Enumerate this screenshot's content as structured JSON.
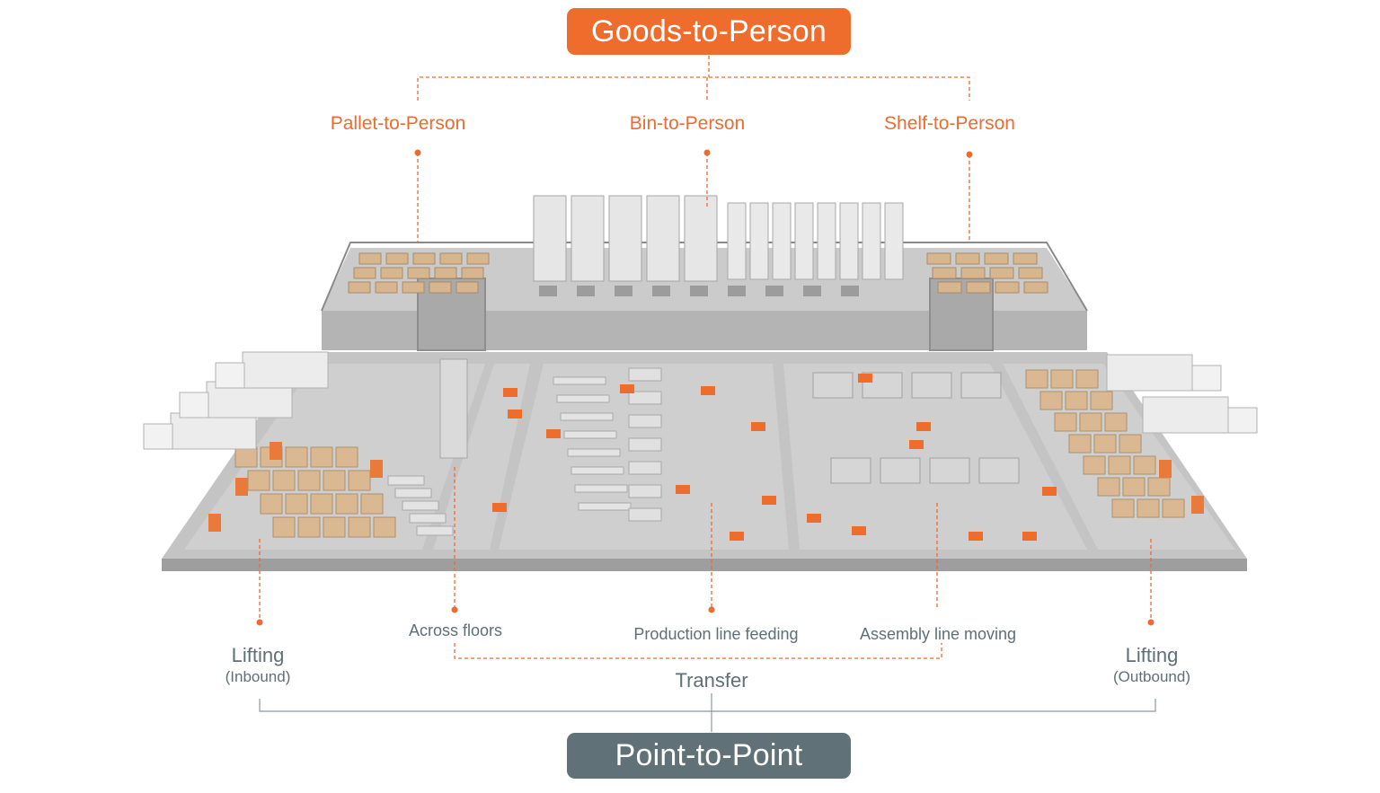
{
  "goods_to_person": {
    "title": "Goods-to-Person",
    "items": [
      "Pallet-to-Person",
      "Bin-to-Person",
      "Shelf-to-Person"
    ]
  },
  "point_to_point": {
    "title": "Point-to-Point",
    "lifting_inbound": {
      "label": "Lifting",
      "sub": "(Inbound)"
    },
    "lifting_outbound": {
      "label": "Lifting",
      "sub": "(Outbound)"
    },
    "transfer": {
      "label": "Transfer",
      "items": [
        "Across floors",
        "Production line feeding",
        "Assembly line moving"
      ]
    }
  },
  "colors": {
    "accent_orange": "#ee6c2c",
    "label_orange": "#ec6b30",
    "slate": "#607177",
    "floor": "#bdbdbd",
    "text_gray": "#5f6f76"
  }
}
